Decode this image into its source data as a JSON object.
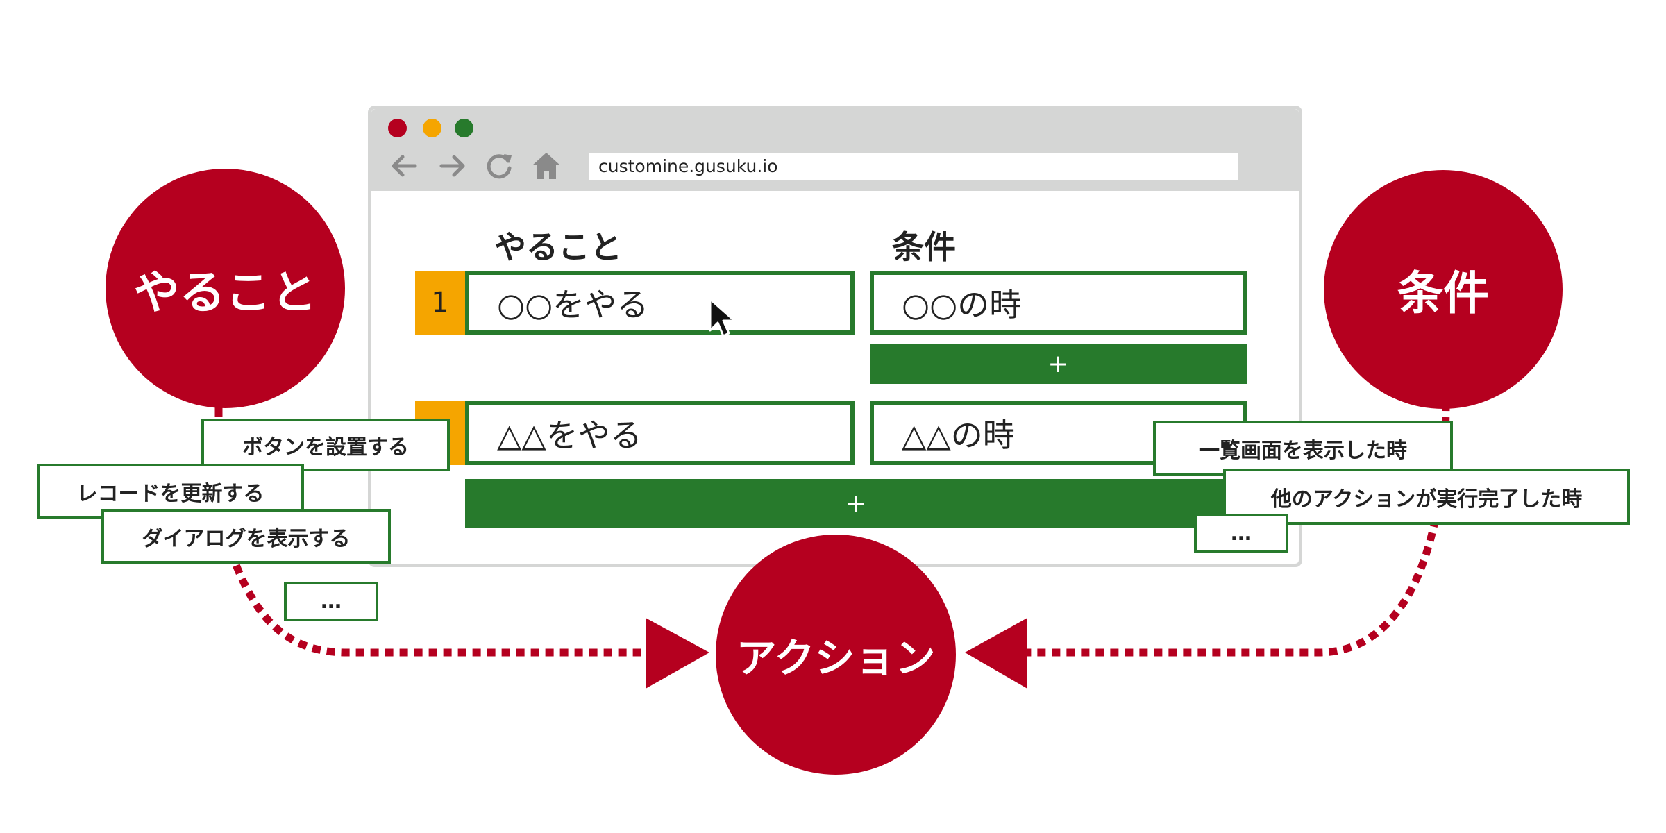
{
  "browser": {
    "url": "customine.gusuku.io",
    "nav_icons": [
      "arrow-left-icon",
      "arrow-right-icon",
      "reload-icon",
      "home-icon"
    ],
    "traffic_light_colors": [
      "#b5001f",
      "#f5a500",
      "#277a2c"
    ]
  },
  "table": {
    "headers": {
      "action": "やること",
      "condition": "条件"
    },
    "rows": [
      {
        "number": "1",
        "action": "○○をやる",
        "condition": "○○の時"
      },
      {
        "number": "",
        "action": "△△をやる",
        "condition": "△△の時"
      }
    ],
    "add_condition_label": "+",
    "add_row_label": "+"
  },
  "circles": {
    "action": "やること",
    "condition": "条件",
    "center": "アクション"
  },
  "action_examples": [
    "ボタンを設置する",
    "レコードを更新する",
    "ダイアログを表示する",
    "…"
  ],
  "condition_examples": [
    "一覧画面を表示した時",
    "他のアクションが実行完了した時",
    "…"
  ],
  "colors": {
    "accent_red": "#b5001f",
    "green": "#277a2c",
    "orange": "#f5a500",
    "chrome_gray": "#d5d6d5"
  }
}
